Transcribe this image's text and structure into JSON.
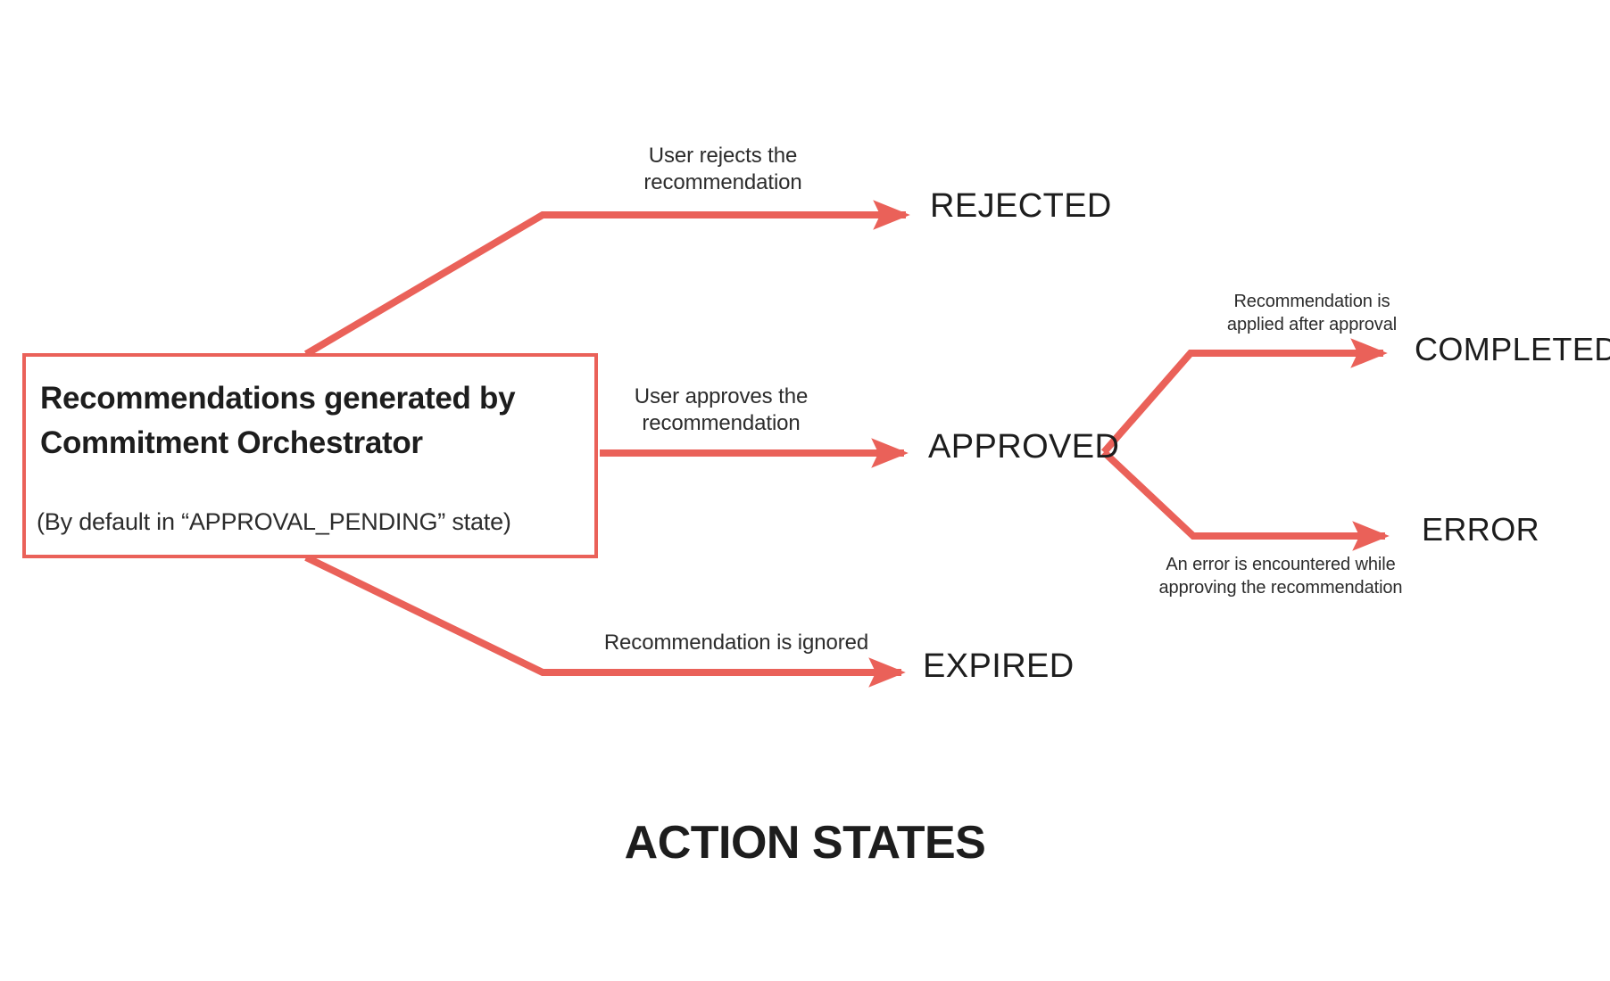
{
  "accent_color": "#ea6159",
  "text_color": "#1d1d1d",
  "background": "#ffffff",
  "heading": "ACTION STATES",
  "source": {
    "title": "Recommendations generated\nby Commitment Orchestrator",
    "subtitle": "(By default in “APPROVAL_PENDING” state)"
  },
  "states": {
    "rejected": "REJECTED",
    "approved": "APPROVED",
    "expired": "EXPIRED",
    "completed": "COMPLETED",
    "error": "ERROR"
  },
  "edges": [
    {
      "id": "to-rejected",
      "from": "source",
      "to": "REJECTED",
      "label": "User rejects the\nrecommendation"
    },
    {
      "id": "to-approved",
      "from": "source",
      "to": "APPROVED",
      "label": "User approves the\nrecommendation"
    },
    {
      "id": "to-expired",
      "from": "source",
      "to": "EXPIRED",
      "label": "Recommendation is ignored"
    },
    {
      "id": "to-completed",
      "from": "APPROVED",
      "to": "COMPLETED",
      "label": "Recommendation is\napplied after approval"
    },
    {
      "id": "to-error",
      "from": "APPROVED",
      "to": "ERROR",
      "label": "An error is encountered while\napproving the recommendation"
    }
  ],
  "chart_data": {
    "type": "diagram",
    "title": "ACTION STATES",
    "nodes": [
      "Recommendations generated by Commitment Orchestrator (APPROVAL_PENDING)",
      "REJECTED",
      "APPROVED",
      "EXPIRED",
      "COMPLETED",
      "ERROR"
    ],
    "transitions": [
      [
        "APPROVAL_PENDING",
        "REJECTED",
        "User rejects the recommendation"
      ],
      [
        "APPROVAL_PENDING",
        "APPROVED",
        "User approves the recommendation"
      ],
      [
        "APPROVAL_PENDING",
        "EXPIRED",
        "Recommendation is ignored"
      ],
      [
        "APPROVED",
        "COMPLETED",
        "Recommendation is applied after approval"
      ],
      [
        "APPROVED",
        "ERROR",
        "An error is encountered while approving the recommendation"
      ]
    ]
  }
}
